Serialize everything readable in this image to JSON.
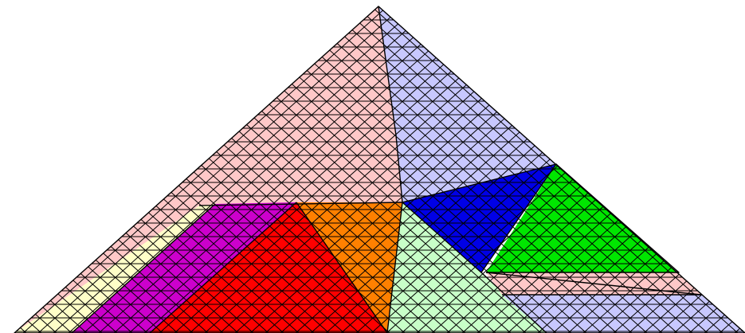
{
  "diagram": {
    "kind": "triangulated-mesh-partition",
    "background": "#ffffff",
    "mesh_line_color": "#000000",
    "regions": [
      {
        "name": "region-pink-top",
        "color": "#ffc8c8"
      },
      {
        "name": "region-lavender-right",
        "color": "#c8c8ff"
      },
      {
        "name": "region-yellow-left",
        "color": "#ffffc8"
      },
      {
        "name": "region-magenta",
        "color": "#cc00cc"
      },
      {
        "name": "region-red",
        "color": "#ff0000"
      },
      {
        "name": "region-orange",
        "color": "#ff8000"
      },
      {
        "name": "region-mint",
        "color": "#c8ffc8"
      },
      {
        "name": "region-blue",
        "color": "#0000e6"
      },
      {
        "name": "region-green",
        "color": "#00e600"
      },
      {
        "name": "region-pink-strip",
        "color": "#ffc8c8"
      },
      {
        "name": "region-lavender-bottom",
        "color": "#c8c8ff"
      }
    ]
  }
}
